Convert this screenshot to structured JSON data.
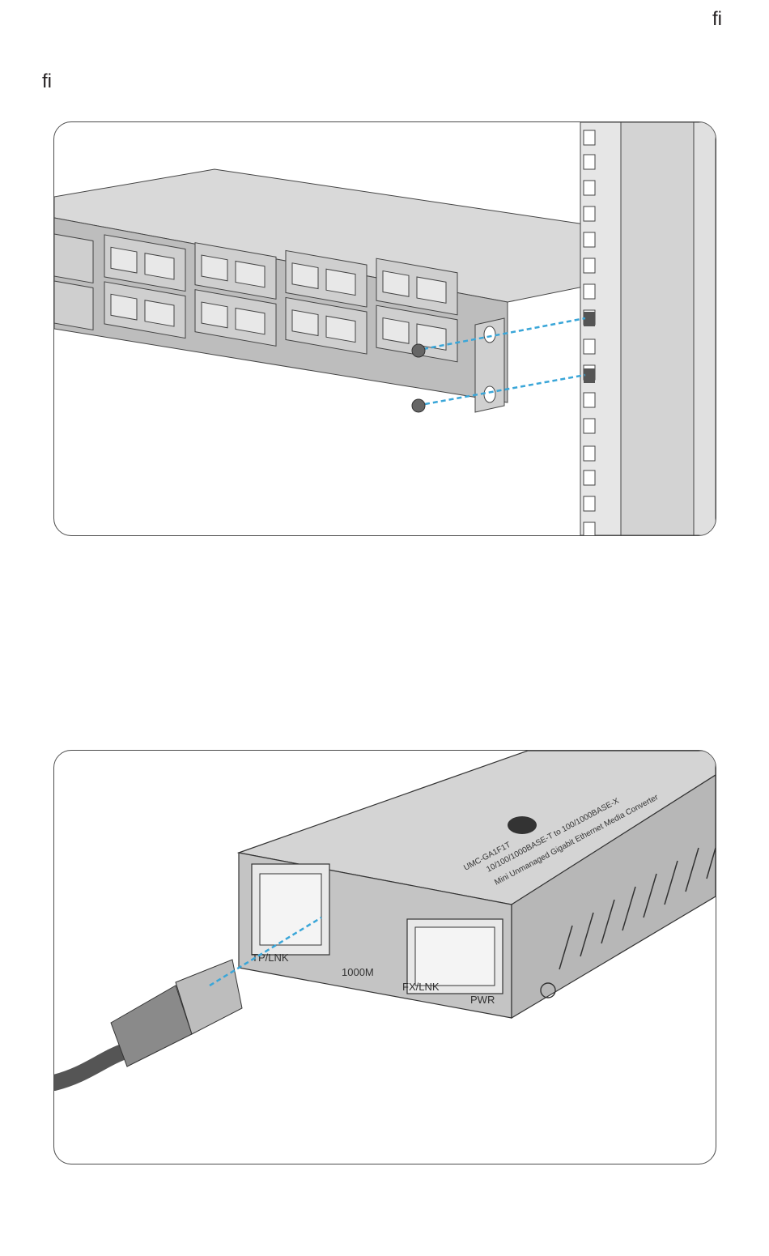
{
  "header": {
    "glyph_top": "fi",
    "glyph_left": "fi"
  },
  "figure_rack": {
    "title": ""
  },
  "figure_converter": {
    "model": "UMC-GA1F1T",
    "line1": "10/100/1000BASE-T to 100/1000BASE-X",
    "line2": "Mini Unmanaged Gigabit Ethernet Media Converter",
    "port_tp": "TP/LNK",
    "led_1000m": "1000M",
    "port_fx": "FX/LNK",
    "led_pwr": "PWR"
  },
  "colors": {
    "device_grey": "#c8c8c8",
    "cable_dash": "#3aa6d8",
    "outline": "#333333"
  }
}
